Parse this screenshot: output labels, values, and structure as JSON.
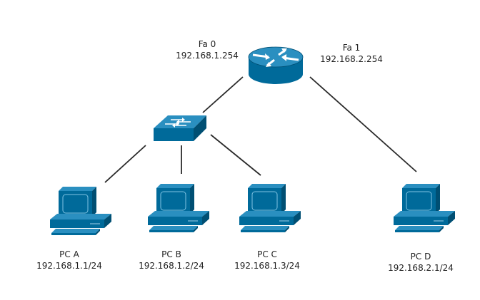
{
  "router": {
    "interfaces": [
      {
        "name": "Fa 0",
        "ip": "192.168.1.254"
      },
      {
        "name": "Fa 1",
        "ip": "192.168.2.254"
      }
    ]
  },
  "hosts": [
    {
      "name": "PC A",
      "ip": "192.168.1.1/24"
    },
    {
      "name": "PC B",
      "ip": "192.168.1.2/24"
    },
    {
      "name": "PC C",
      "ip": "192.168.1.3/24"
    },
    {
      "name": "PC D",
      "ip": "192.168.2.1/24"
    }
  ],
  "colors": {
    "device": "#006a9a",
    "device_dark": "#004f73",
    "device_light": "#2a8fc0",
    "link": "#2a2a2a"
  }
}
